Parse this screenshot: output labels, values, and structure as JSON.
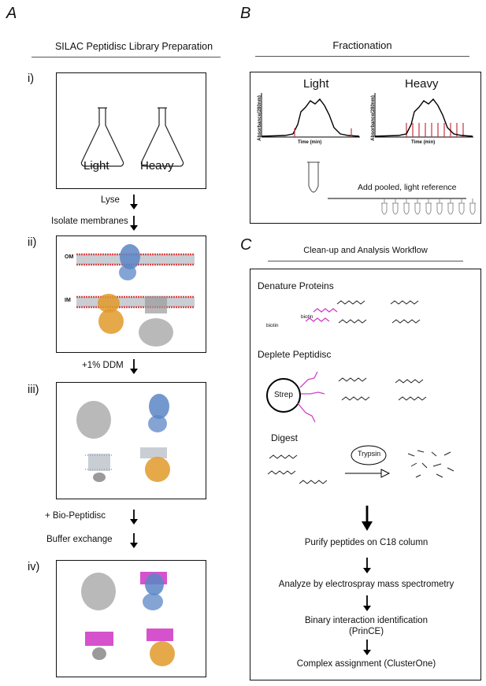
{
  "panel_a": {
    "letter": "A",
    "title": "SILAC Peptidisc Library Preparation",
    "step_i": "i)",
    "flask_light": "Light",
    "flask_heavy": "Heavy",
    "arrow_lyse": "Lyse",
    "arrow_isolate": "Isolate membranes",
    "step_ii": "ii)",
    "om_label": "OM",
    "im_label": "IM",
    "arrow_ddm": "+1% DDM",
    "step_iii": "iii)",
    "arrow_biopep": "+ Bio-Peptidisc",
    "arrow_buffer": "Buffer exchange",
    "step_iv": "iv)"
  },
  "panel_b": {
    "letter": "B",
    "title": "Fractionation",
    "light_label": "Light",
    "heavy_label": "Heavy",
    "ylabel": "Absorbance(280nm)",
    "xlabel": "Time (min)",
    "pooled_label": "Add pooled, light reference"
  },
  "panel_c": {
    "letter": "C",
    "title": "Clean-up and Analysis Workflow",
    "denature": "Denature Proteins",
    "biotin": "biotin",
    "deplete": "Deplete Peptidisc",
    "strep": "Strep",
    "digest": "Digest",
    "trypsin": "Trypsin",
    "purify": "Purify peptides on C18 column",
    "analyze": "Analyze by electrospray mass spectrometry",
    "binary_line1": "Binary interaction identification",
    "binary_line2": "(PrinCE)",
    "complex": "Complex assignment (ClusterOne)"
  },
  "colors": {
    "protein_blue": "#5b86c5",
    "protein_orange": "#e09a2a",
    "peptidisc_magenta": "#d13fc8",
    "fraction_red": "#c8323c",
    "membrane_red": "#d64a4a"
  }
}
